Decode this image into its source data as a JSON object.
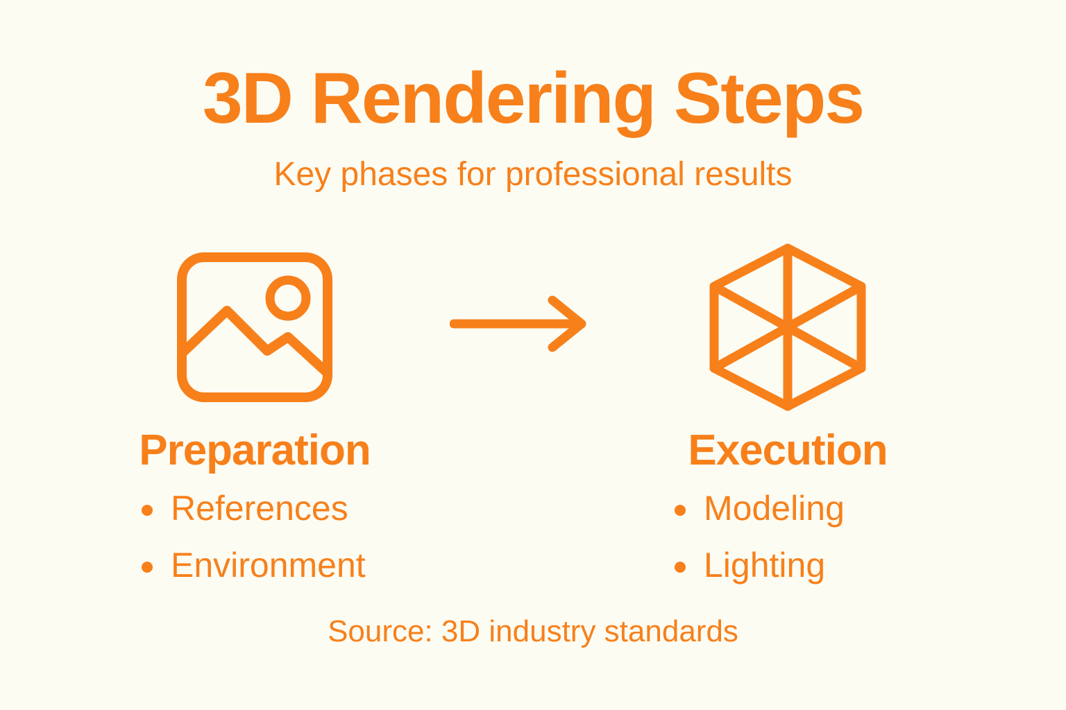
{
  "colors": {
    "accent": "#F7801B",
    "background": "#FCFCF3"
  },
  "header": {
    "title": "3D Rendering Steps",
    "subtitle": "Key phases for professional results"
  },
  "columns": [
    {
      "icon": "image-icon",
      "heading": "Preparation",
      "bullets": [
        "References",
        "Environment"
      ]
    },
    {
      "icon": "cube-icon",
      "heading": "Execution",
      "bullets": [
        "Modeling",
        "Lighting"
      ]
    }
  ],
  "connector": {
    "icon": "right-arrow-icon"
  },
  "footer": {
    "source": "Source: 3D industry standards"
  }
}
